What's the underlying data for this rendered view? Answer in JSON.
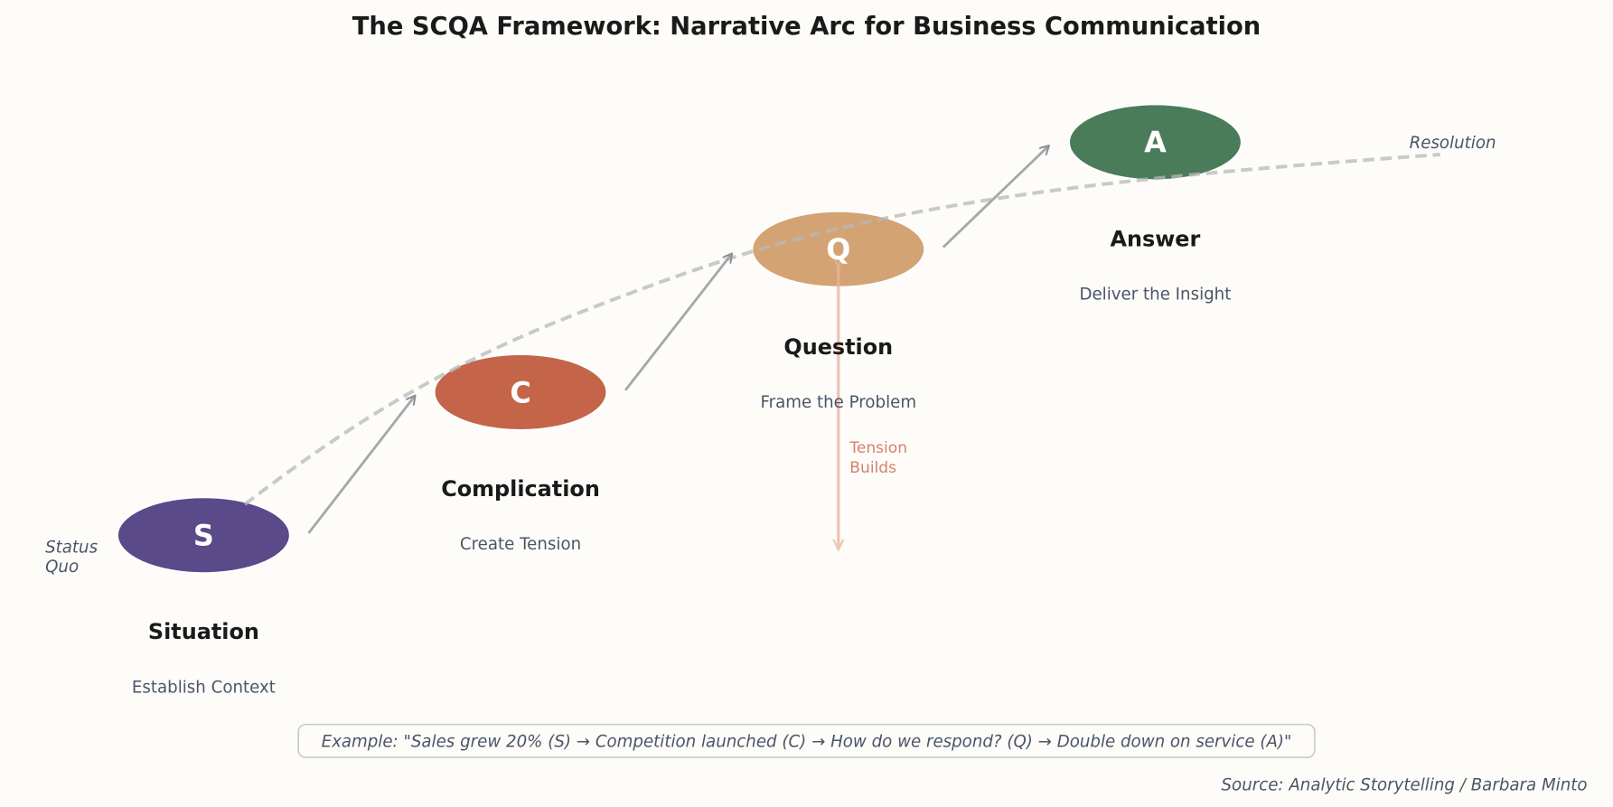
{
  "title": "The SCQA Framework: Narrative Arc for Business Communication",
  "stages": [
    {
      "letter": "S",
      "name": "Situation",
      "desc": "Establish Context",
      "color": "#5b4a8a"
    },
    {
      "letter": "C",
      "name": "Complication",
      "desc": "Create Tension",
      "color": "#c4654a"
    },
    {
      "letter": "Q",
      "name": "Question",
      "desc": "Frame the Problem",
      "color": "#d4a373"
    },
    {
      "letter": "A",
      "name": "Answer",
      "desc": "Deliver the Insight",
      "color": "#4a7c59"
    }
  ],
  "arc": {
    "start_label_line1": "Status",
    "start_label_line2": "Quo",
    "end_label": "Resolution"
  },
  "tension": {
    "line1": "Tension",
    "line2": "Builds",
    "color": "#d4826a"
  },
  "example": "Example: \"Sales grew 20% (S) → Competition launched (C) → How do we respond? (Q) → Double down on service (A)\"",
  "source": "Source: Analytic Storytelling / Barbara Minto"
}
